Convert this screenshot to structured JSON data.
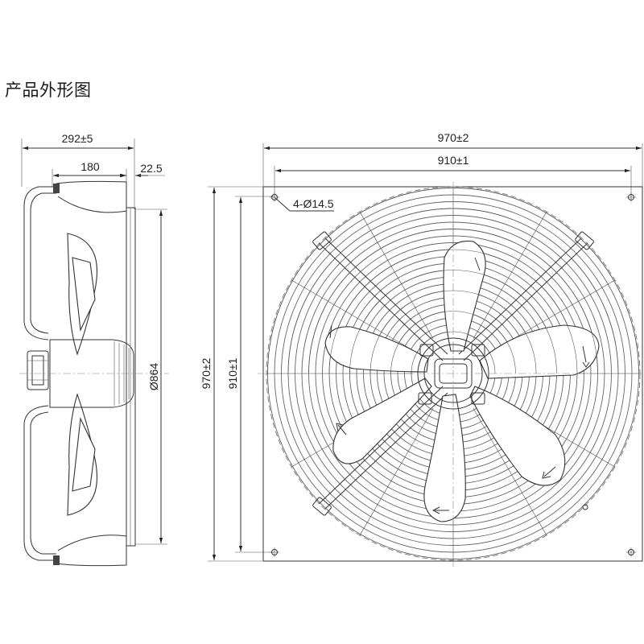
{
  "title": "产品外形图",
  "side_view": {
    "overall_depth": "292±5",
    "motor_depth": "180",
    "flange": "22.5",
    "diameter": "Ø864"
  },
  "front_view": {
    "width_outer": "970±2",
    "width_holes": "910±1",
    "height_outer": "970±2",
    "height_holes": "910±1",
    "holes": "4-Ø14.5"
  }
}
